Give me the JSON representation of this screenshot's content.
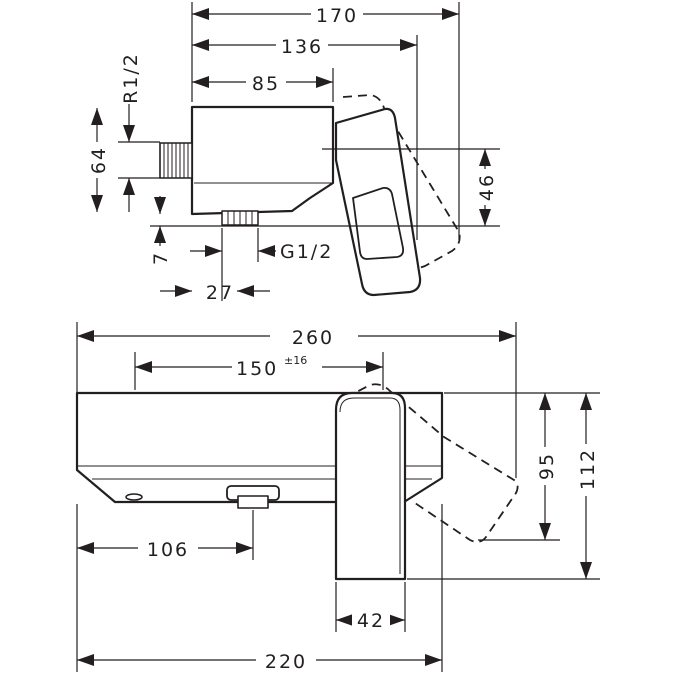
{
  "top_view": {
    "dim_170": "170",
    "dim_136": "136",
    "dim_85": "85",
    "dim_r12": "R1/2",
    "dim_64": "64",
    "dim_46": "46",
    "dim_7": "7",
    "dim_g12": "G1/2",
    "dim_27": "27"
  },
  "front_view": {
    "dim_260": "260",
    "dim_150": "150",
    "dim_150_tol": "±16",
    "dim_95": "95",
    "dim_112": "112",
    "dim_106": "106",
    "dim_42": "42",
    "dim_220": "220"
  }
}
